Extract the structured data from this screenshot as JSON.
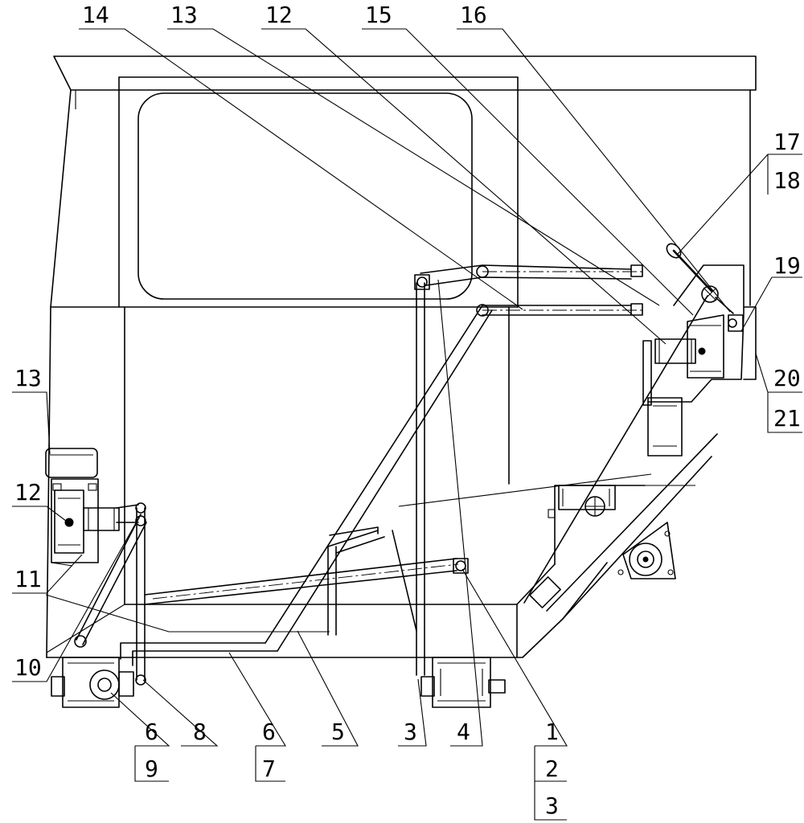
{
  "callouts": {
    "top_14": "14",
    "top_13": "13",
    "top_12": "12",
    "top_15": "15",
    "top_16": "16",
    "right_17": "17",
    "right_18": "18",
    "right_19": "19",
    "right_20": "20",
    "right_21": "21",
    "left_13": "13",
    "left_12": "12",
    "left_11": "11",
    "left_10": "10",
    "bottom_6a": "6",
    "bottom_9": "9",
    "bottom_8": "8",
    "bottom_6b": "6",
    "bottom_7": "7",
    "bottom_5": "5",
    "bottom_3a": "3",
    "bottom_4": "4",
    "bottom_1": "1",
    "bottom_2": "2",
    "bottom_3b": "3"
  }
}
